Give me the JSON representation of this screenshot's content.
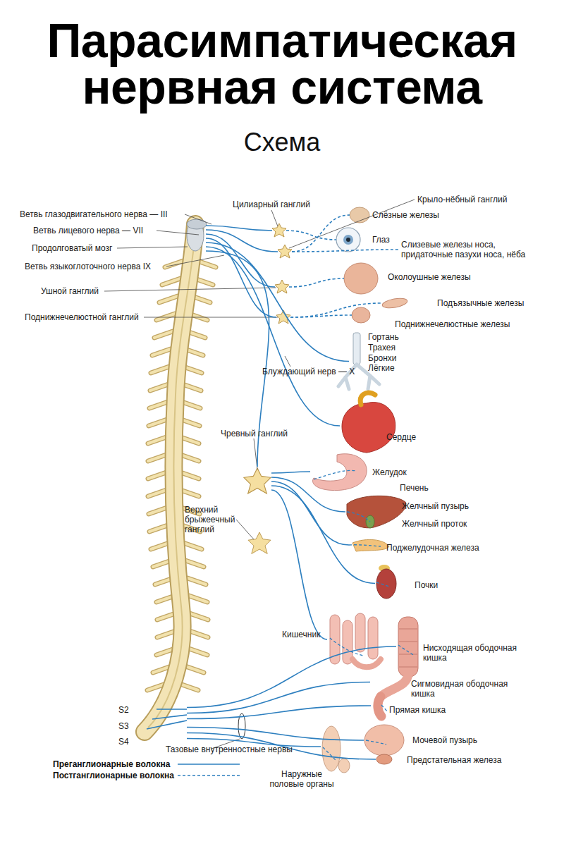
{
  "diagram": {
    "title": "Парасимпатическая нервная система",
    "nodes": [
      {
        "text": [
          "Продолговатый мозг"
        ]
      },
      {
        "text": [
          "Цилиарный ганглий"
        ]
      },
      {
        "text": [
          "Крыло-нёбный ганглий"
        ]
      },
      {
        "text": [
          "Ушной ганглий"
        ]
      },
      {
        "text": [
          "Поднижнечелюстной ганглий"
        ]
      },
      {
        "text": [
          "Слёзные железы"
        ]
      },
      {
        "text": [
          "Глаз"
        ]
      },
      {
        "text": [
          "Слизевые железы носа, придаточные пазухи носа, нёба"
        ]
      },
      {
        "text": [
          "Околоушные железы"
        ]
      },
      {
        "text": [
          "Подъязычные железы"
        ]
      },
      {
        "text": [
          "Поднижнечелюстные железы"
        ]
      },
      {
        "text": [
          "Гортань",
          "Трахея",
          "Бронхи",
          "Лёгкие"
        ]
      },
      {
        "text": [
          "Сердце"
        ]
      },
      {
        "text": [
          "Чревный ганглий"
        ]
      },
      {
        "text": [
          "Верхний брыжеечный ганглий"
        ]
      },
      {
        "text": [
          "Желудок"
        ]
      },
      {
        "text": [
          "Печень",
          "Желчный пузырь",
          "Желчный проток"
        ]
      },
      {
        "text": [
          "Поджелудочная железа"
        ]
      },
      {
        "text": [
          "Почки"
        ]
      },
      {
        "text": [
          "Кишечник"
        ]
      },
      {
        "text": [
          "Нисходящая ободочная кишка"
        ]
      },
      {
        "text": [
          "Сигмовидная ободочная кишка"
        ]
      },
      {
        "text": [
          "Прямая кишка"
        ]
      },
      {
        "text": [
          "Мочевой пузырь"
        ]
      },
      {
        "text": [
          "Предстательная железа"
        ]
      },
      {
        "text": [
          "Наружные половые органы"
        ]
      },
      {
        "text": [
          "S2",
          "S3",
          "S4"
        ]
      }
    ],
    "edges": [
      {
        "from": 0,
        "to": 1,
        "arrow": "none"
      },
      {
        "from": 0,
        "to": 2,
        "arrow": "none"
      },
      {
        "from": 0,
        "to": 4,
        "arrow": "none"
      },
      {
        "from": 0,
        "to": 3,
        "arrow": "none"
      },
      {
        "from": 1,
        "to": 6,
        "arrow": "none"
      },
      {
        "from": 2,
        "to": 5,
        "arrow": "none"
      },
      {
        "from": 2,
        "to": 7,
        "arrow": "none"
      },
      {
        "from": 3,
        "to": 8,
        "arrow": "none"
      },
      {
        "from": 4,
        "to": 9,
        "arrow": "none"
      },
      {
        "from": 4,
        "to": 10,
        "arrow": "none"
      },
      {
        "from": 0,
        "to": 11,
        "arrow": "none"
      },
      {
        "from": 0,
        "to": 12,
        "arrow": "none"
      },
      {
        "from": 0,
        "to": 13,
        "arrow": "none"
      },
      {
        "from": 13,
        "to": 15,
        "arrow": "none"
      },
      {
        "from": 13,
        "to": 16,
        "arrow": "none"
      },
      {
        "from": 13,
        "to": 17,
        "arrow": "none"
      },
      {
        "from": 13,
        "to": 18,
        "arrow": "none"
      },
      {
        "from": 13,
        "to": 19,
        "arrow": "none"
      },
      {
        "from": 26,
        "to": 20,
        "arrow": "none"
      },
      {
        "from": 26,
        "to": 21,
        "arrow": "none"
      },
      {
        "from": 26,
        "to": 22,
        "arrow": "none"
      },
      {
        "from": 26,
        "to": 23,
        "arrow": "none"
      },
      {
        "from": 26,
        "to": 24,
        "arrow": "none"
      },
      {
        "from": 26,
        "to": 25,
        "arrow": "none"
      }
    ],
    "labels": [
      "Схема",
      "Ветвь глазодвигательного нерва — III",
      "Ветвь лицевого нерва — VII",
      "Ветвь языкоглоточного нерва IX",
      "Блуждающий нерв — X",
      "Тазовые внутренностные нервы"
    ],
    "legend": [
      {
        "text": "Преганглионарные волокна"
      },
      {
        "text": "Постганглионарные волокна"
      }
    ]
  }
}
